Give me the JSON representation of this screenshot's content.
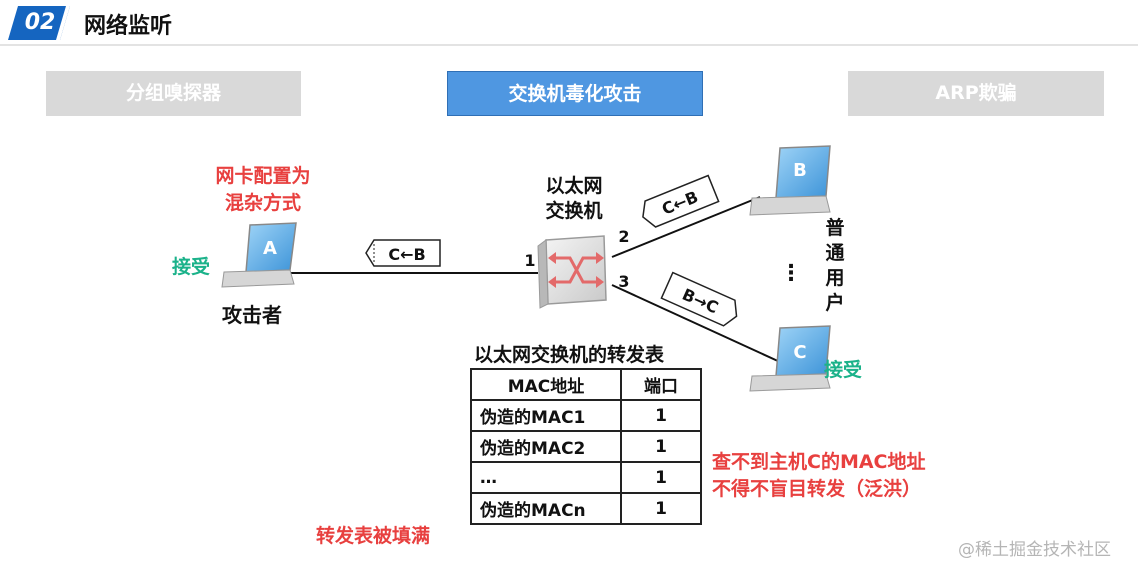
{
  "header": {
    "badge_number": "02",
    "title": "网络监听"
  },
  "tabs": [
    {
      "label": "分组嗅探器",
      "active": false
    },
    {
      "label": "交换机毒化攻击",
      "active": true
    },
    {
      "label": "ARP欺骗",
      "active": false
    }
  ],
  "diagram": {
    "host_a": {
      "letter": "A",
      "note_line1": "网卡配置为",
      "note_line2": "混杂方式",
      "status": "接受",
      "role": "攻击者"
    },
    "switch": {
      "label_line1": "以太网",
      "label_line2": "交换机",
      "port1": "1",
      "port2": "2",
      "port3": "3"
    },
    "host_b": {
      "letter": "B"
    },
    "host_c": {
      "letter": "C",
      "status": "接受"
    },
    "normal_users": {
      "chars": [
        "普",
        "通",
        "用",
        "户"
      ],
      "ellipsis": "⋮"
    },
    "frames": {
      "to_a": "C←B",
      "from_b": "C←B",
      "to_c": "B→C"
    },
    "table": {
      "title": "以太网交换机的转发表",
      "headers": [
        "MAC地址",
        "端口"
      ],
      "rows": [
        {
          "mac": "伪造的MAC1",
          "port": "1"
        },
        {
          "mac": "伪造的MAC2",
          "port": "1"
        },
        {
          "mac": "…",
          "port": "1"
        },
        {
          "mac": "伪造的MACn",
          "port": "1"
        }
      ]
    },
    "note_not_found_line1": "查不到主机C的MAC地址",
    "note_not_found_line2": "不得不盲目转发（泛洪）",
    "note_table_full": "转发表被填满"
  },
  "watermark": "@稀土掘金技术社区",
  "colors": {
    "accent_blue": "#4f97e1",
    "note_red": "#e8403f",
    "accept_green": "#1bb28a",
    "tab_grey": "#d9d9d9",
    "badge_blue": "#1565c0"
  }
}
